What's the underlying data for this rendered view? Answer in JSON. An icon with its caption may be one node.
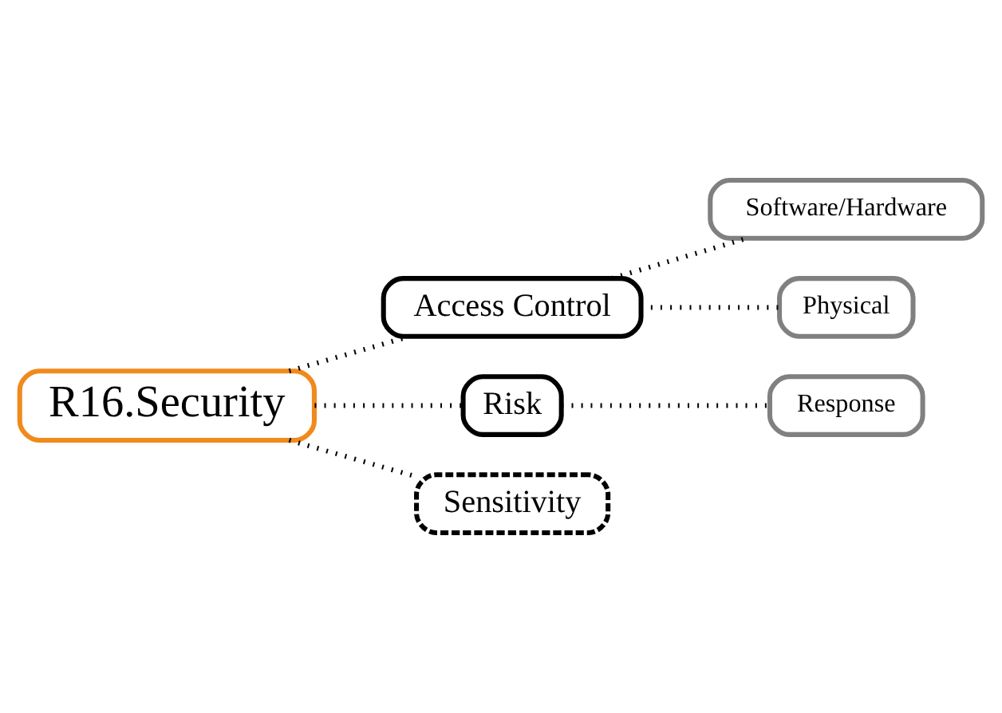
{
  "diagram": {
    "nodes": [
      {
        "text": [
          "Software/Hardware"
        ]
      },
      {
        "text": [
          "Access Control"
        ]
      },
      {
        "text": [
          "Physical"
        ]
      },
      {
        "text": [
          "Risk"
        ]
      },
      {
        "text": [
          "Response"
        ]
      },
      {
        "text": [
          "R16.Security"
        ]
      },
      {
        "text": [
          "Sensitivity"
        ]
      }
    ],
    "edges": [
      {
        "from": 1,
        "to": 0,
        "arrow": "none"
      },
      {
        "from": 1,
        "to": 2,
        "arrow": "none"
      },
      {
        "from": 5,
        "to": 1,
        "arrow": "none"
      },
      {
        "from": 5,
        "to": 3,
        "arrow": "none"
      },
      {
        "from": 3,
        "to": 4,
        "arrow": "none"
      },
      {
        "from": 5,
        "to": 6,
        "arrow": "none"
      }
    ]
  }
}
